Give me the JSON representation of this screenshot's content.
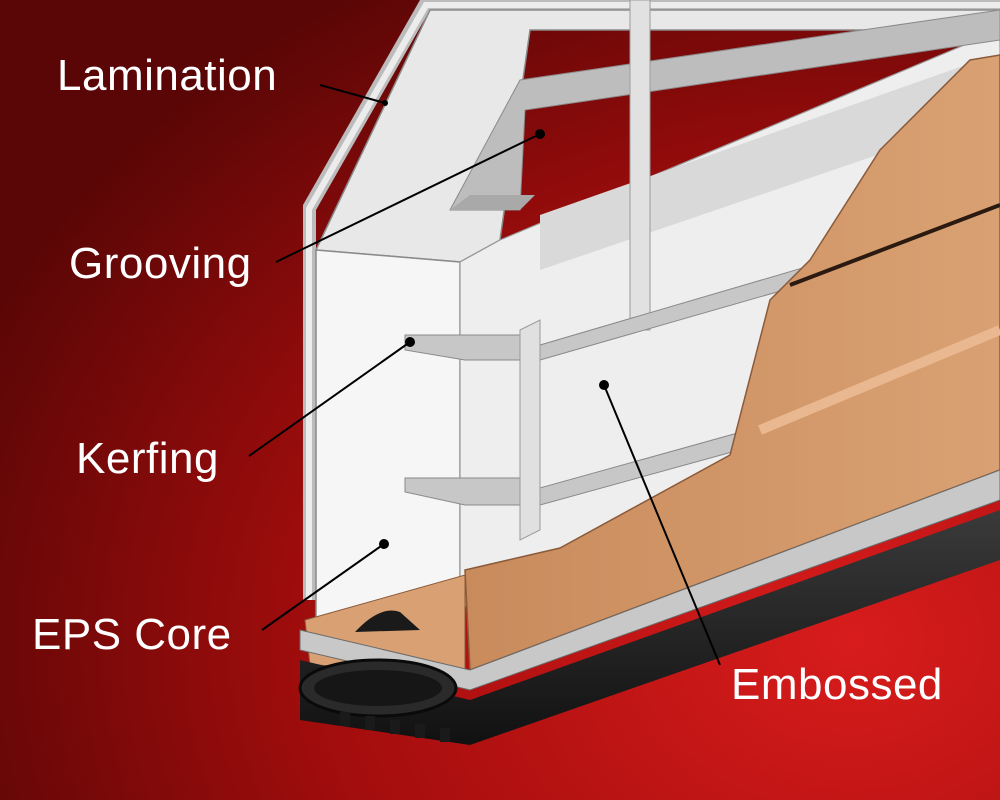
{
  "labels": {
    "lamination": "Lamination",
    "grooving": "Grooving",
    "kerfing": "Kerfing",
    "eps_core": "EPS Core",
    "embossed": "Embossed"
  },
  "colors": {
    "background_dark": "#4a0404",
    "background_light": "#d21a1a",
    "core_white": "#f4f4f4",
    "core_shade": "#dcdcdc",
    "skin_tan": "#d49a6a",
    "rubber": "#1c1c1c",
    "leader": "#000000"
  }
}
